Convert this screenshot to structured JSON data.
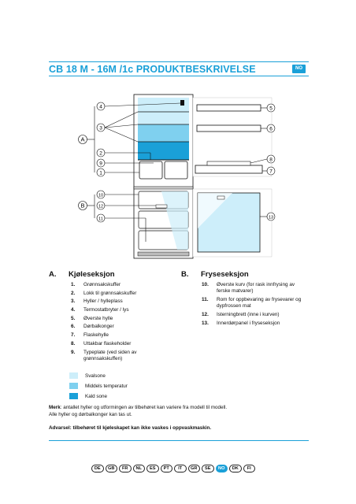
{
  "header": {
    "title": "CB 18 M - 16M /1c  PRODUKTBESKRIVELSE",
    "badge": "NO"
  },
  "diagram": {
    "callouts": [
      "4",
      "3",
      "A",
      "2",
      "9",
      "1",
      "10",
      "B",
      "12",
      "11",
      "5",
      "6",
      "8",
      "7",
      "13"
    ],
    "colors": {
      "light": "#cdeefa",
      "medium": "#7fd0ef",
      "dark": "#1aa0d8"
    }
  },
  "section_a": {
    "letter": "A.",
    "heading": "Kjøleseksjon",
    "items": [
      {
        "num": "1.",
        "text": "Grønnsakskuffer"
      },
      {
        "num": "2.",
        "text": "Lokk til grønnsakskuffer"
      },
      {
        "num": "3.",
        "text": "Hyller / hylleplass"
      },
      {
        "num": "4.",
        "text": "Termostatbryter / lys"
      },
      {
        "num": "5.",
        "text": "Øverste hylle"
      },
      {
        "num": "6.",
        "text": "Dørbalkonger"
      },
      {
        "num": "7.",
        "text": "Flaskehylle"
      },
      {
        "num": "8.",
        "text": "Uttakbar flaskeholder"
      },
      {
        "num": "9.",
        "text": "Typeplate (ved siden av grønnsakskuffen)"
      }
    ]
  },
  "section_b": {
    "letter": "B.",
    "heading": "Fryseseksjon",
    "items": [
      {
        "num": "10.",
        "text": "Øverste kurv (for rask innfrysing av ferske matvarer)"
      },
      {
        "num": "11.",
        "text": "Rom for oppbevaring av frysevarer og dypfrossen mat"
      },
      {
        "num": "12.",
        "text": "Isterningbrett (inne i kurven)"
      },
      {
        "num": "13.",
        "text": "Innerdørpanel i fryseseksjon"
      }
    ]
  },
  "legend": [
    {
      "label": "Svalsone",
      "color": "#cdeefa"
    },
    {
      "label": "Middels temperatur",
      "color": "#7fd0ef"
    },
    {
      "label": "Kald sone",
      "color": "#1aa0d8"
    }
  ],
  "notes": {
    "merk_label": "Merk",
    "merk_text": ": antallet hyller og utformingen av tilbehøret kan variere fra modell til modell.",
    "line2": "Alle hyller og dørbalkonger kan tas ut.",
    "warning": "Advarsel: tilbehøret til kjøleskapet kan ikke vaskes i oppvaskmaskin."
  },
  "languages": [
    "DE",
    "GB",
    "FR",
    "NL",
    "ES",
    "PT",
    "IT",
    "GR",
    "SE",
    "NO",
    "DK",
    "FI"
  ],
  "active_language": "NO"
}
